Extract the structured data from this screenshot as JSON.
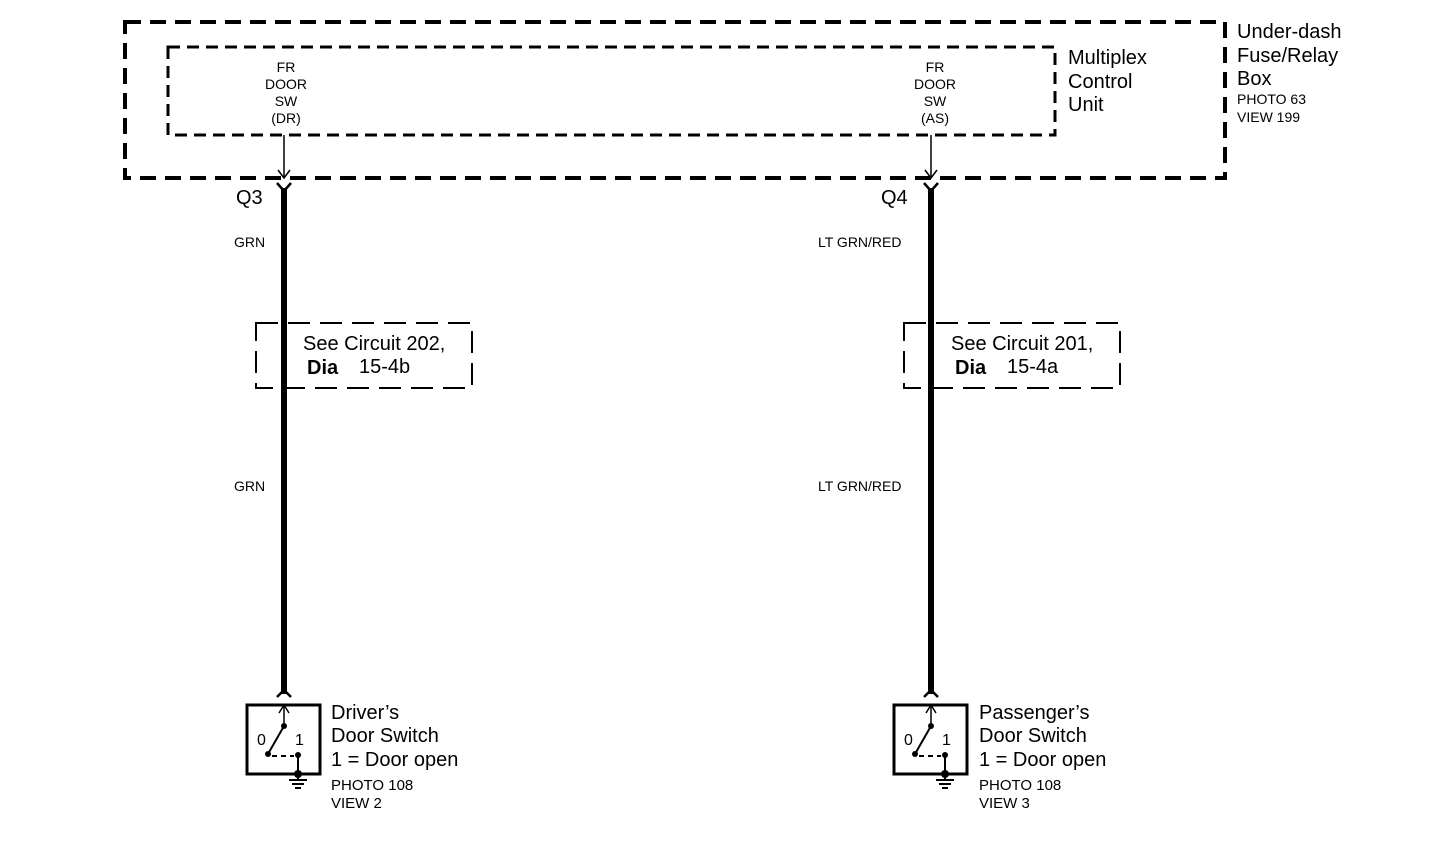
{
  "fuse_box": {
    "label_lines": [
      "Under-dash",
      "Fuse/Relay",
      "Box"
    ],
    "photo": "PHOTO 63",
    "view": "VIEW 199"
  },
  "mcu": {
    "label_lines": [
      "Multiplex",
      "Control",
      "Unit"
    ]
  },
  "left": {
    "pin_lines": [
      "FR",
      "DOOR",
      "SW",
      "(DR)"
    ],
    "connector": "Q3",
    "wire_top": "GRN",
    "wire_bottom": "GRN",
    "ref_line1": "See Circuit 202,",
    "ref_dia": "Dia",
    "ref_num": "15-4b",
    "switch_name_lines": [
      "Driver’s",
      "Door Switch"
    ],
    "switch_state": "1 =  Door open",
    "pos0": "0",
    "pos1": "1",
    "photo": "PHOTO 108",
    "view": "VIEW 2"
  },
  "right": {
    "pin_lines": [
      "FR",
      "DOOR",
      "SW",
      "(AS)"
    ],
    "connector": "Q4",
    "wire_top": "LT GRN/RED",
    "wire_bottom": "LT GRN/RED",
    "ref_line1": "See Circuit 201,",
    "ref_dia": "Dia",
    "ref_num": "15-4a",
    "switch_name_lines": [
      "Passenger’s",
      "Door Switch"
    ],
    "switch_state": "1 =  Door open",
    "pos0": "0",
    "pos1": "1",
    "photo": "PHOTO 108",
    "view": "VIEW 3"
  }
}
